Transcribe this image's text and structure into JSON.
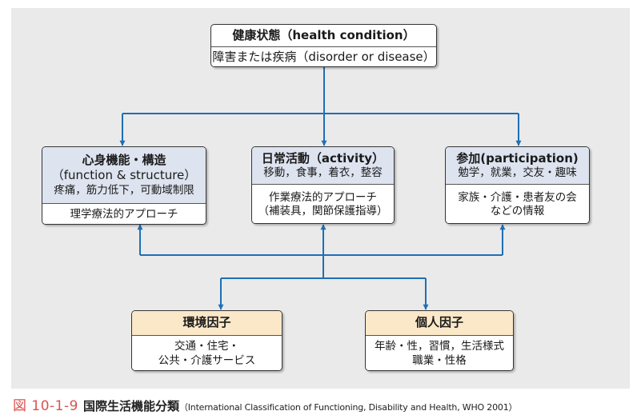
{
  "health": {
    "title": "健康状態（health condition）",
    "sub": "障害または疾病（disorder or disease）"
  },
  "body_fn": {
    "title": "心身機能・構造",
    "title2": "（function & structure）",
    "example": "疼痛，筋力低下，可動域制限",
    "approach": "理学療法的アプローチ"
  },
  "activity": {
    "title": "日常活動（activity）",
    "example": "移動，食事，着衣，整容",
    "approach1": "作業療法的アプローチ",
    "approach2": "（補装具，関節保護指導）"
  },
  "participation": {
    "title": "参加(participation)",
    "example": "勉学，就業，交友・趣味",
    "approach1": "家族・介護・患者友の会",
    "approach2": "などの情報"
  },
  "env": {
    "title": "環境因子",
    "line1": "交通・住宅・",
    "line2": "公共・介護サービス"
  },
  "personal": {
    "title": "個人因子",
    "line1": "年齢・性，習慣，生活様式",
    "line2": "職業・性格"
  },
  "caption": {
    "fig": "図 10-1-9",
    "title": "国際生活機能分類",
    "note": "（International Classification of Functioning, Disability and Health, WHO 2001）"
  },
  "colors": {
    "connector": "#1f6fb5",
    "box_blue": "#dde3ef",
    "box_peach": "#fbe8c9",
    "figure_label": "#d9534f",
    "panel": "#eaeaea"
  }
}
